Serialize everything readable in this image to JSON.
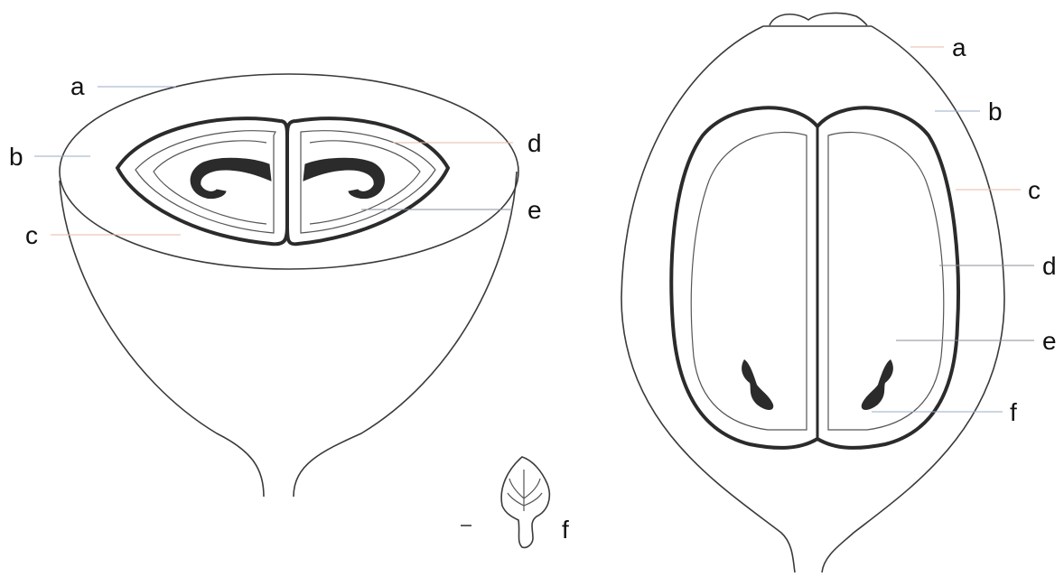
{
  "left_figure": {
    "labels": {
      "a": "a",
      "b": "b",
      "c": "c",
      "d": "d",
      "e": "e"
    }
  },
  "right_figure": {
    "labels": {
      "a": "a",
      "b": "b",
      "c": "c",
      "d": "d",
      "e": "e",
      "f": "f"
    }
  },
  "embryo_inset": {
    "label": "f"
  },
  "colors": {
    "outline": "#3a3a3a",
    "thick_line": "#2b2b2b",
    "leader_blue": "#9aaec4",
    "leader_peach": "#e8b8a6",
    "leader_grey": "#8a8f99"
  }
}
